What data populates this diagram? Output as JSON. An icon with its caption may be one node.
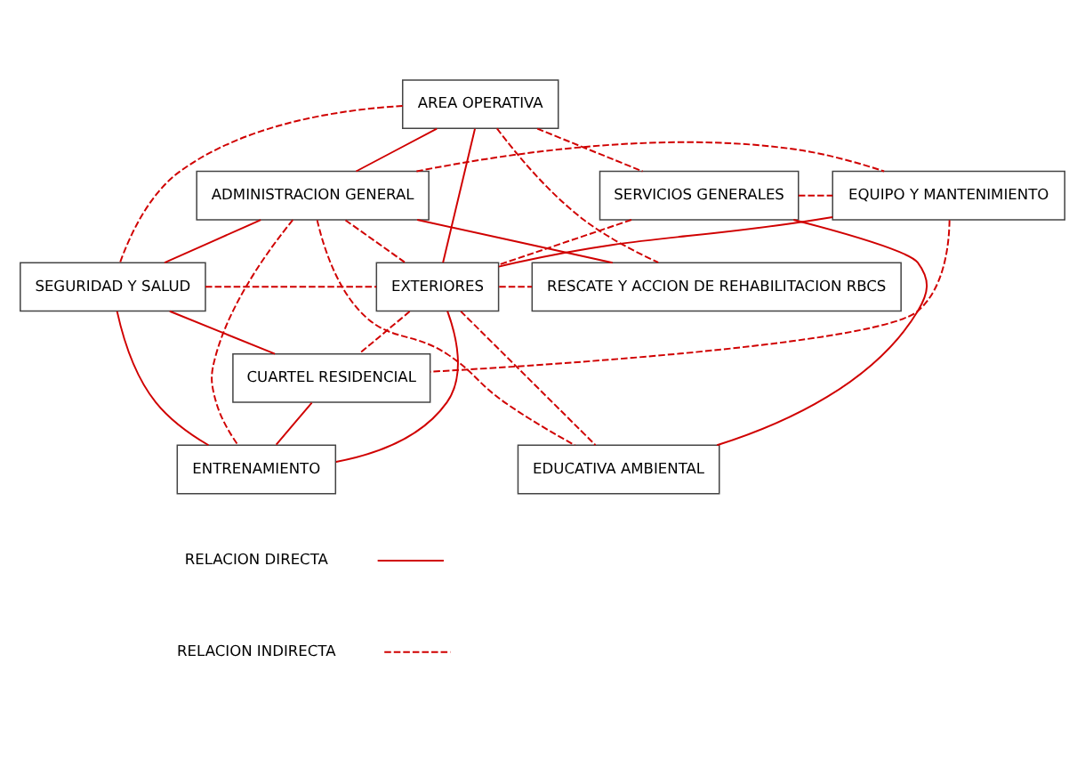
{
  "diagram": {
    "nodes": [
      {
        "text": [
          "AREA OPERATIVA"
        ]
      },
      {
        "text": [
          "ADMINISTRACION GENERAL"
        ]
      },
      {
        "text": [
          "SERVICIOS GENERALES"
        ]
      },
      {
        "text": [
          "EQUIPO Y MANTENIMIENTO"
        ]
      },
      {
        "text": [
          "RESCATE Y ACCION DE REHABILITACION RBCS"
        ]
      },
      {
        "text": [
          "SEGURIDAD Y SALUD"
        ]
      },
      {
        "text": [
          "EXTERIORES"
        ]
      },
      {
        "text": [
          "CUARTEL RESIDENCIAL"
        ]
      },
      {
        "text": [
          "ENTRENAMIENTO"
        ]
      },
      {
        "text": [
          "EDUCATIVA AMBIENTAL"
        ]
      }
    ],
    "edges": [
      {
        "from": 1,
        "to": 0,
        "arrow": "none"
      },
      {
        "from": 0,
        "to": 6,
        "arrow": "none"
      },
      {
        "from": 1,
        "to": 5,
        "arrow": "none"
      },
      {
        "from": 1,
        "to": 4,
        "arrow": "none"
      },
      {
        "from": 3,
        "to": 6,
        "arrow": "none"
      },
      {
        "from": 2,
        "to": 9,
        "arrow": "none"
      },
      {
        "from": 5,
        "to": 8,
        "arrow": "none"
      },
      {
        "from": 5,
        "to": 7,
        "arrow": "none"
      },
      {
        "from": 6,
        "to": 8,
        "arrow": "none"
      },
      {
        "from": 7,
        "to": 8,
        "arrow": "none"
      },
      {
        "from": 0,
        "to": 5,
        "arrow": "none",
        "style": "dashed"
      },
      {
        "from": 0,
        "to": 2,
        "arrow": "none",
        "style": "dashed"
      },
      {
        "from": 0,
        "to": 4,
        "arrow": "none",
        "style": "dashed"
      },
      {
        "from": 1,
        "to": 3,
        "arrow": "none",
        "style": "dashed"
      },
      {
        "from": 2,
        "to": 3,
        "arrow": "none",
        "style": "dashed"
      },
      {
        "from": 1,
        "to": 6,
        "arrow": "none",
        "style": "dashed"
      },
      {
        "from": 1,
        "to": 9,
        "arrow": "none",
        "style": "dashed"
      },
      {
        "from": 1,
        "to": 8,
        "arrow": "none",
        "style": "dashed"
      },
      {
        "from": 2,
        "to": 6,
        "arrow": "none",
        "style": "dashed"
      },
      {
        "from": 3,
        "to": 7,
        "arrow": "none",
        "style": "dashed"
      },
      {
        "from": 5,
        "to": 6,
        "arrow": "none",
        "style": "dashed"
      },
      {
        "from": 6,
        "to": 7,
        "arrow": "none",
        "style": "dashed"
      },
      {
        "from": 6,
        "to": 9,
        "arrow": "none",
        "style": "dashed"
      },
      {
        "from": 6,
        "to": 4,
        "arrow": "none",
        "style": "dashed"
      }
    ],
    "legend": [
      {
        "text": "RELACION DIRECTA"
      },
      {
        "text": "RELACION INDIRECTA"
      }
    ]
  }
}
